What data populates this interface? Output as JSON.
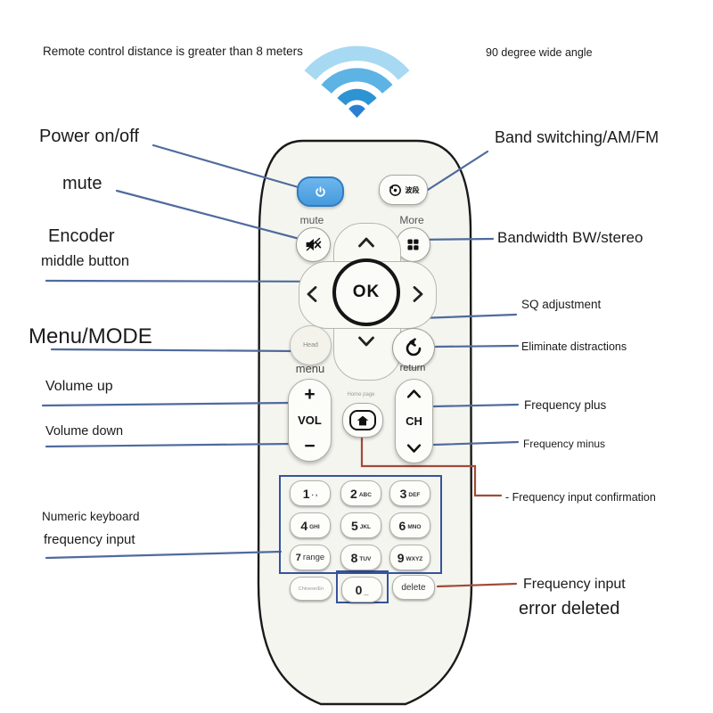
{
  "labels": {
    "distance": "Remote control distance is greater than 8 meters",
    "wide_angle": "90 degree wide angle",
    "power": "Power on/off",
    "mute": "mute",
    "encoder": "Encoder",
    "middle_button": "middle button",
    "menu_mode": "Menu/MODE",
    "volume_up": "Volume up",
    "volume_down": "Volume down",
    "numeric_keyboard": "Numeric keyboard",
    "frequency_input": "frequency input",
    "band": "Band switching/AM/FM",
    "bandwidth": "Bandwidth BW/stereo",
    "sq": "SQ adjustment",
    "eliminate": "Eliminate distractions",
    "freq_plus": "Frequency plus",
    "freq_minus": "Frequency minus",
    "freq_confirm": "- Frequency input confirmation",
    "freq_input2": "Frequency input",
    "error_deleted": "error deleted"
  },
  "remote": {
    "band_text": "波段",
    "mute_caption": "mute",
    "more_caption": "More",
    "ok": "OK",
    "head": "Head",
    "menu_caption": "menu",
    "return_caption": "return",
    "vol_plus": "+",
    "vol": "VOL",
    "vol_minus": "−",
    "home_page": "Home page",
    "ch": "CH",
    "keys": [
      {
        "main": "1",
        "sub": ". ,"
      },
      {
        "main": "2",
        "sub": "ABC"
      },
      {
        "main": "3",
        "sub": "DEF"
      },
      {
        "main": "4",
        "sub": "GHI"
      },
      {
        "main": "5",
        "sub": "JKL"
      },
      {
        "main": "6",
        "sub": "MNO"
      },
      {
        "main": "7",
        "sub": "range"
      },
      {
        "main": "8",
        "sub": "TUV"
      },
      {
        "main": "9",
        "sub": "WXYZ"
      }
    ],
    "lang_key": "Chinese/En",
    "zero_main": "0",
    "zero_sub": "_",
    "delete_key": "delete"
  },
  "icons": {
    "wifi": "wifi-arcs",
    "power": "power-symbol",
    "band": "circular-arrow-dot",
    "mute": "speaker-crossed",
    "more": "grid-2x2",
    "dpad": "chevrons-up-down-left-right",
    "return": "counterclockwise-arrow",
    "home": "house-in-rounded-rect"
  },
  "colors": {
    "annotation_blue": "#4f6b9d",
    "annotation_red": "#a14a38",
    "power_button_fill": "#57a8e2",
    "power_button_border": "#2f7cc0",
    "keypad_outline": "#35549c",
    "wifi_blues": [
      "#a7d9f2",
      "#5cb3e4",
      "#2d93d2",
      "#2b7fd2"
    ],
    "remote_body": "#f5f5f0",
    "remote_outline": "#1a1a1a"
  }
}
